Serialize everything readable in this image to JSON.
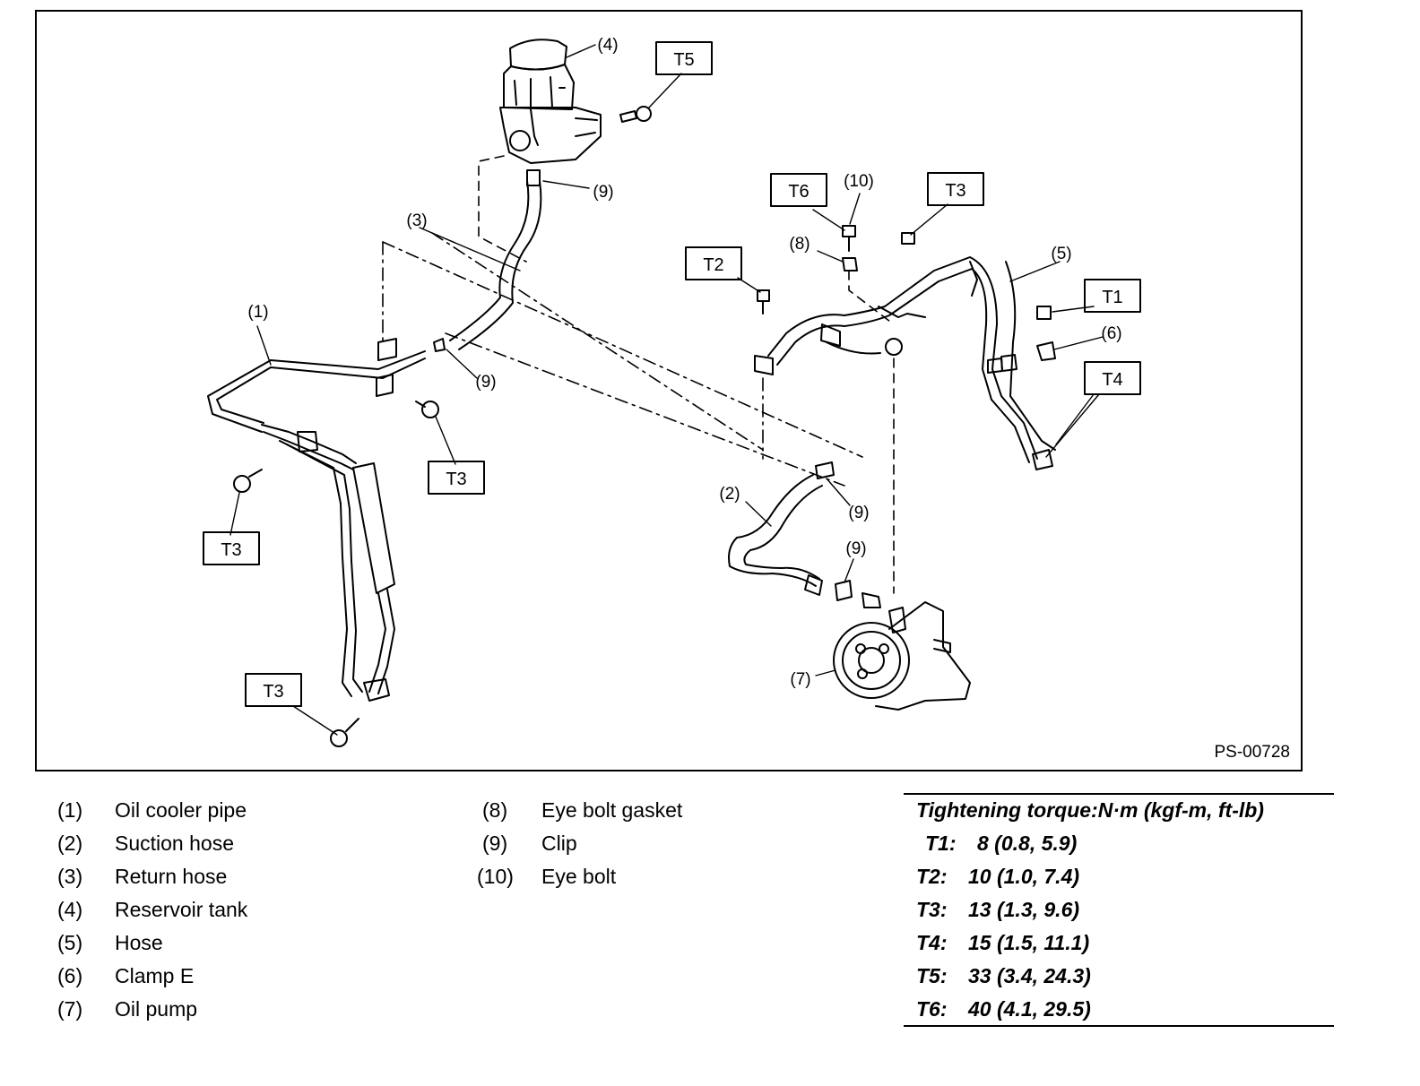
{
  "drawing_id": "PS-00728",
  "callouts": {
    "c1": "(1)",
    "c2": "(2)",
    "c3": "(3)",
    "c4": "(4)",
    "c5": "(5)",
    "c6": "(6)",
    "c7": "(7)",
    "c8": "(8)",
    "c9": "(9)",
    "c10": "(10)"
  },
  "torque_tags": {
    "t1": "T1",
    "t2": "T2",
    "t3": "T3",
    "t4": "T4",
    "t5": "T5",
    "t6": "T6"
  },
  "legend": {
    "col1": [
      {
        "num": "(1)",
        "name": "Oil cooler pipe"
      },
      {
        "num": "(2)",
        "name": "Suction hose"
      },
      {
        "num": "(3)",
        "name": "Return hose"
      },
      {
        "num": "(4)",
        "name": "Reservoir tank"
      },
      {
        "num": "(5)",
        "name": "Hose"
      },
      {
        "num": "(6)",
        "name": "Clamp E"
      },
      {
        "num": "(7)",
        "name": "Oil pump"
      }
    ],
    "col2": [
      {
        "num": "(8)",
        "name": "Eye bolt gasket"
      },
      {
        "num": "(9)",
        "name": "Clip"
      },
      {
        "num": "(10)",
        "name": "Eye bolt"
      }
    ]
  },
  "torque": {
    "title": "Tightening torque:N·m (kgf-m, ft-lb)",
    "rows": [
      {
        "code": "T1:",
        "value": "8 (0.8, 5.9)"
      },
      {
        "code": "T2:",
        "value": "10 (1.0, 7.4)"
      },
      {
        "code": "T3:",
        "value": "13 (1.3, 9.6)"
      },
      {
        "code": "T4:",
        "value": "15 (1.5, 11.1)"
      },
      {
        "code": "T5:",
        "value": "33 (3.4, 24.3)"
      },
      {
        "code": "T6:",
        "value": "40 (4.1, 29.5)"
      }
    ]
  }
}
